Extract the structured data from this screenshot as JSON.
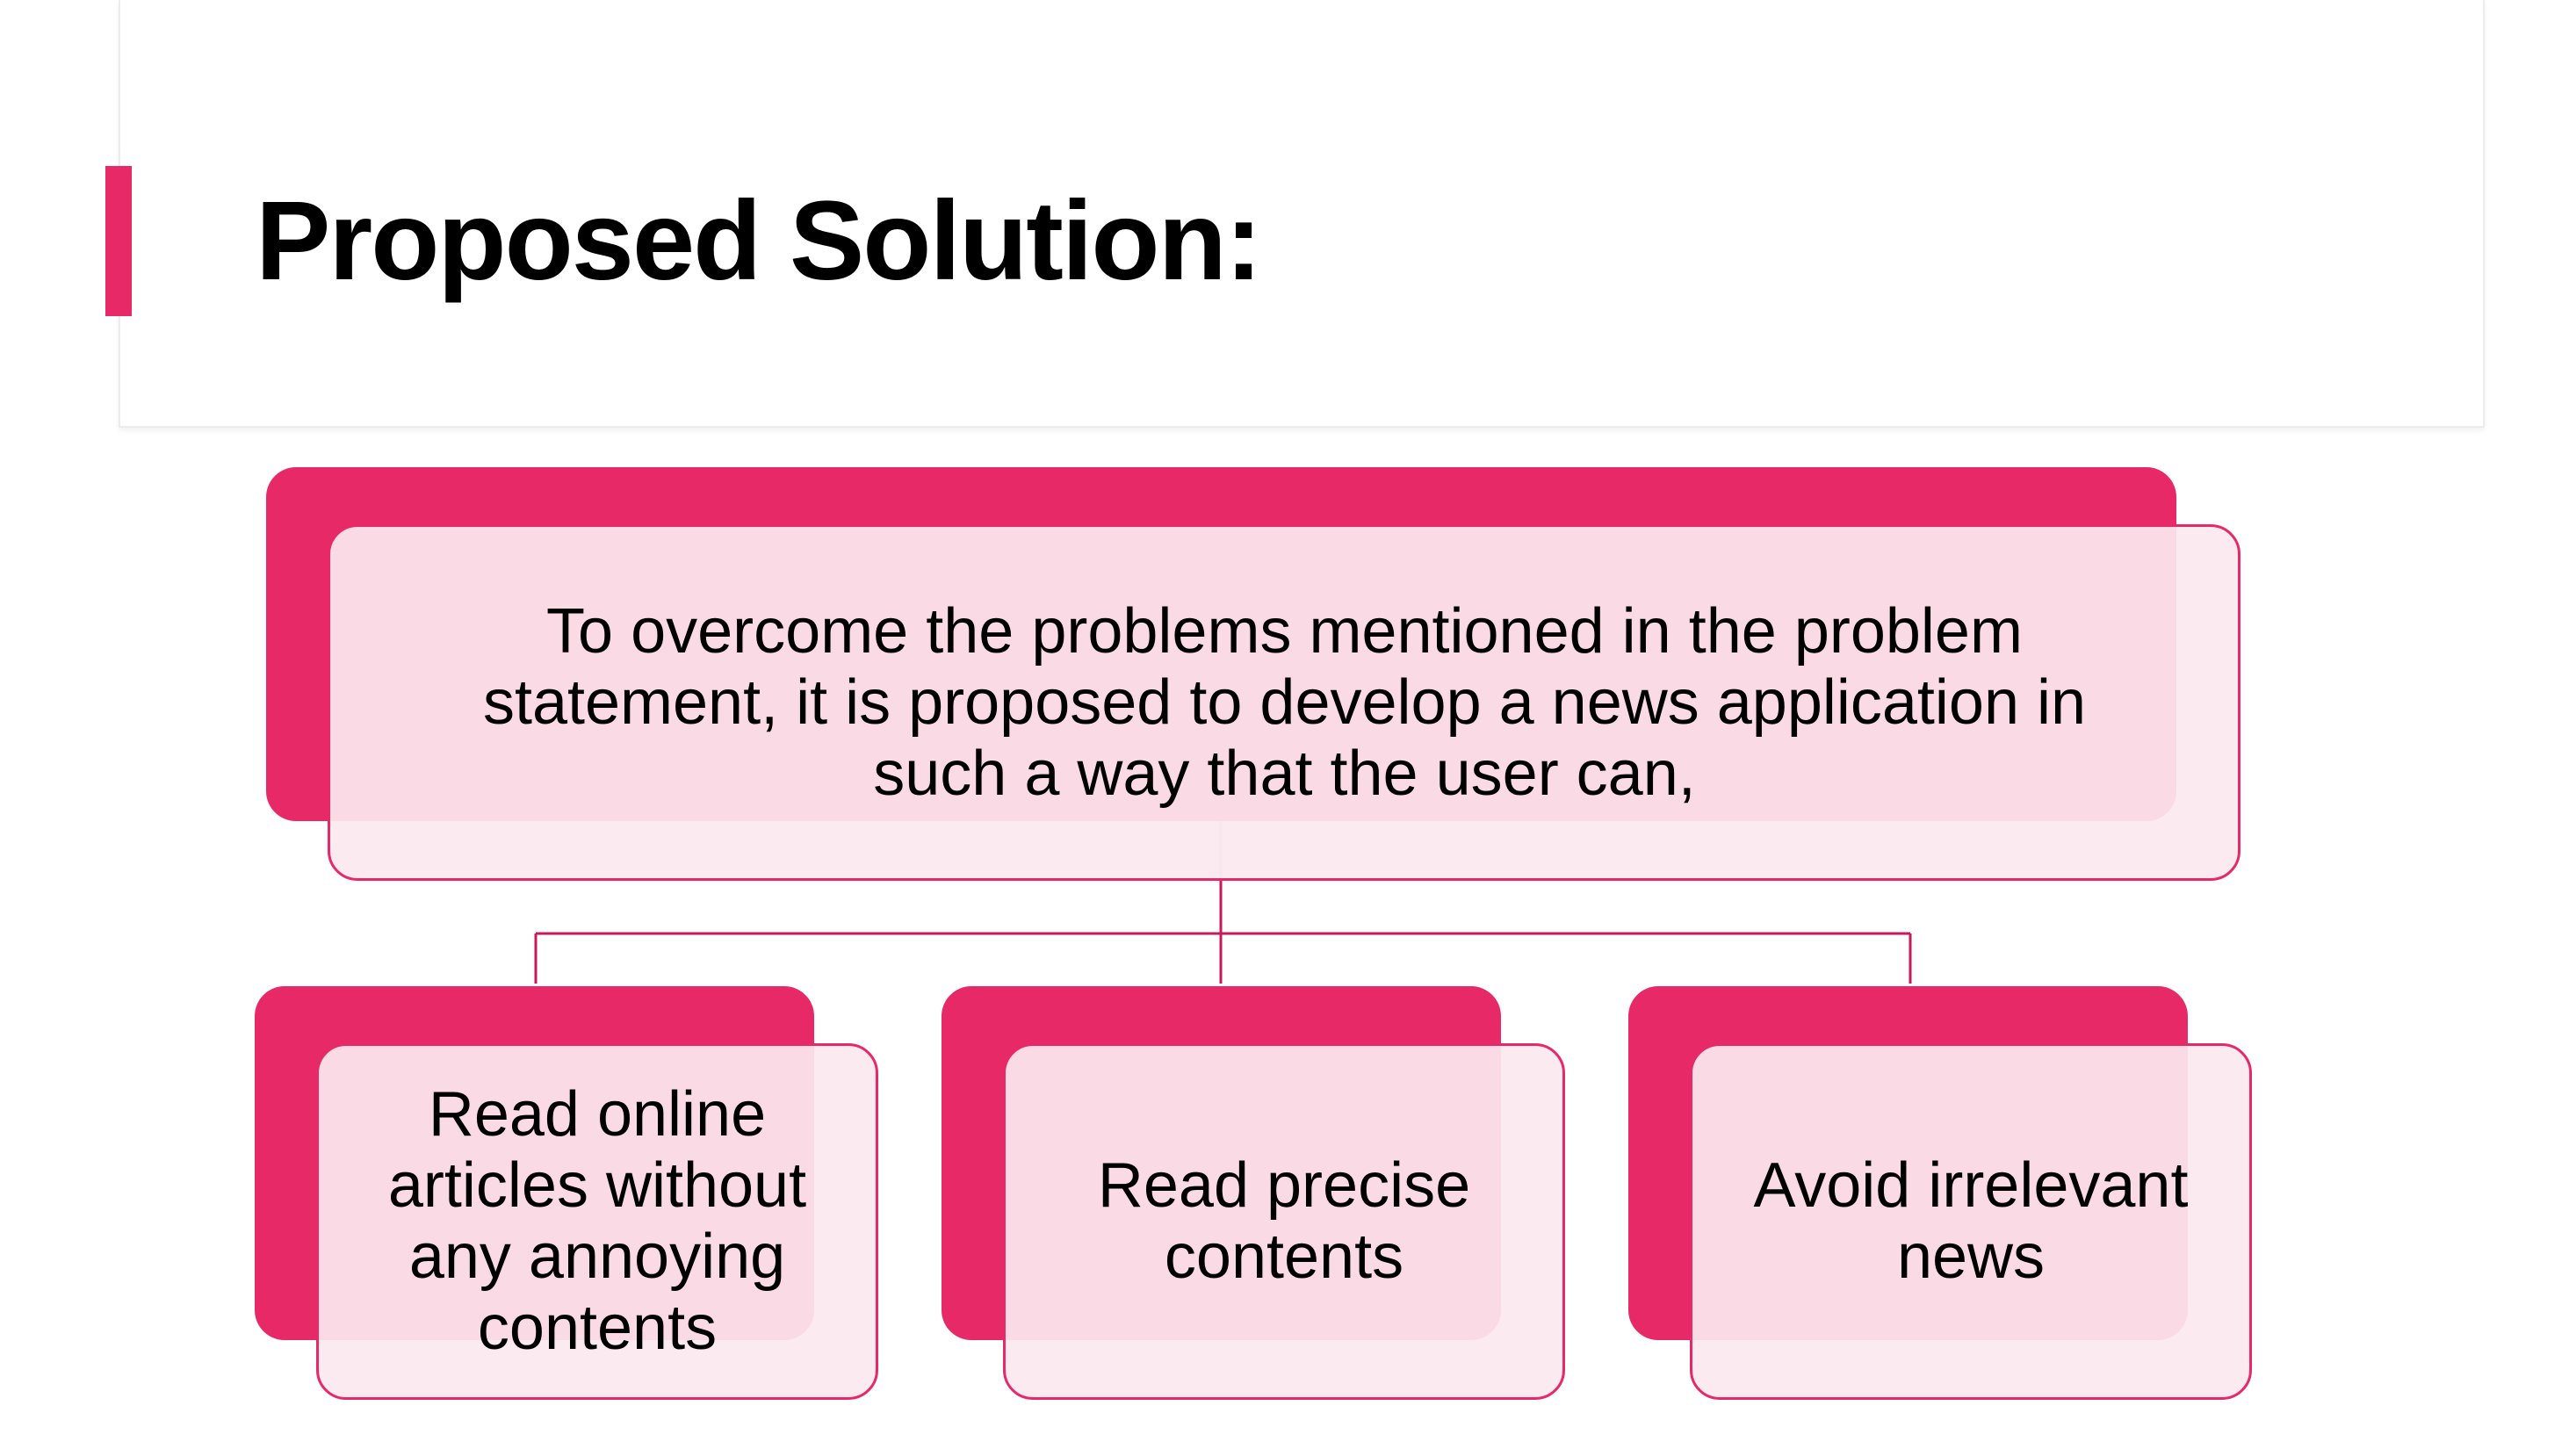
{
  "slide": {
    "title": "Proposed Solution:"
  },
  "diagram": {
    "root": {
      "text": "To overcome the problems mentioned in the problem statement, it is proposed to develop a news application in such a way that the user can,"
    },
    "children": [
      {
        "text": "Read online articles without any annoying contents"
      },
      {
        "text": "Read precise contents"
      },
      {
        "text": "Avoid irrelevant news"
      }
    ]
  },
  "colors": {
    "accent": "#e72a67",
    "box_fill": "#fbe8ef",
    "text": "#000000"
  }
}
